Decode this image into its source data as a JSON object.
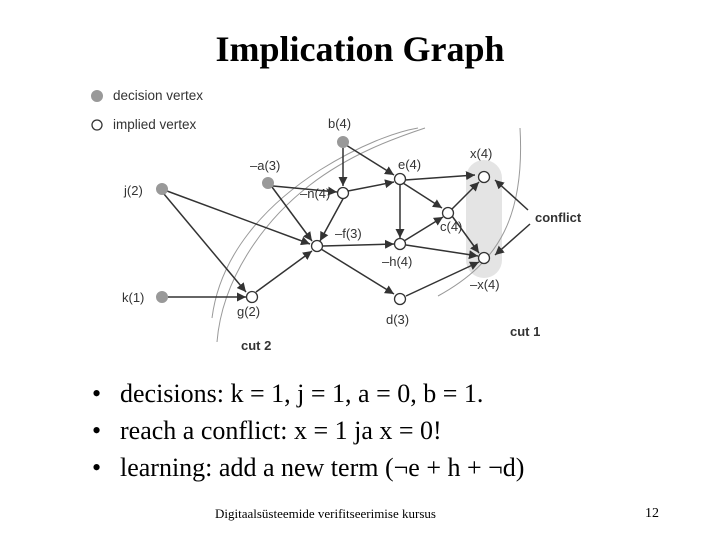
{
  "slide": {
    "title": "Implication Graph",
    "footer": "Digitaalsüsteemide verifitseerimise kursus",
    "page_number": "12"
  },
  "legend": {
    "decision": "decision vertex",
    "implied": "implied vertex"
  },
  "graph": {
    "vertices": [
      {
        "id": "b4",
        "label": "b(4)",
        "type": "decision"
      },
      {
        "id": "a3",
        "label": "–a(3)",
        "type": "decision"
      },
      {
        "id": "j2",
        "label": "j(2)",
        "type": "decision"
      },
      {
        "id": "k1",
        "label": "k(1)",
        "type": "decision"
      },
      {
        "id": "n4",
        "label": "–n(4)",
        "type": "implied"
      },
      {
        "id": "e4",
        "label": "e(4)",
        "type": "implied"
      },
      {
        "id": "f3",
        "label": "–f(3)",
        "type": "implied"
      },
      {
        "id": "h4",
        "label": "–h(4)",
        "type": "implied"
      },
      {
        "id": "c4",
        "label": "c(4)",
        "type": "implied"
      },
      {
        "id": "x4",
        "label": "x(4)",
        "type": "implied"
      },
      {
        "id": "nx4",
        "label": "–x(4)",
        "type": "implied"
      },
      {
        "id": "g2",
        "label": "g(2)",
        "type": "implied"
      },
      {
        "id": "d3",
        "label": "d(3)",
        "type": "implied"
      }
    ],
    "conflict_label": "conflict",
    "cut1_label": "cut 1",
    "cut2_label": "cut 2"
  },
  "bullets": [
    {
      "text": "decisions: k = 1, j = 1, a = 0, b = 1."
    },
    {
      "text": "reach a conflict: x = 1 ja x = 0!"
    },
    {
      "text": "learning: add a new term (¬e + h + ¬d)"
    }
  ]
}
